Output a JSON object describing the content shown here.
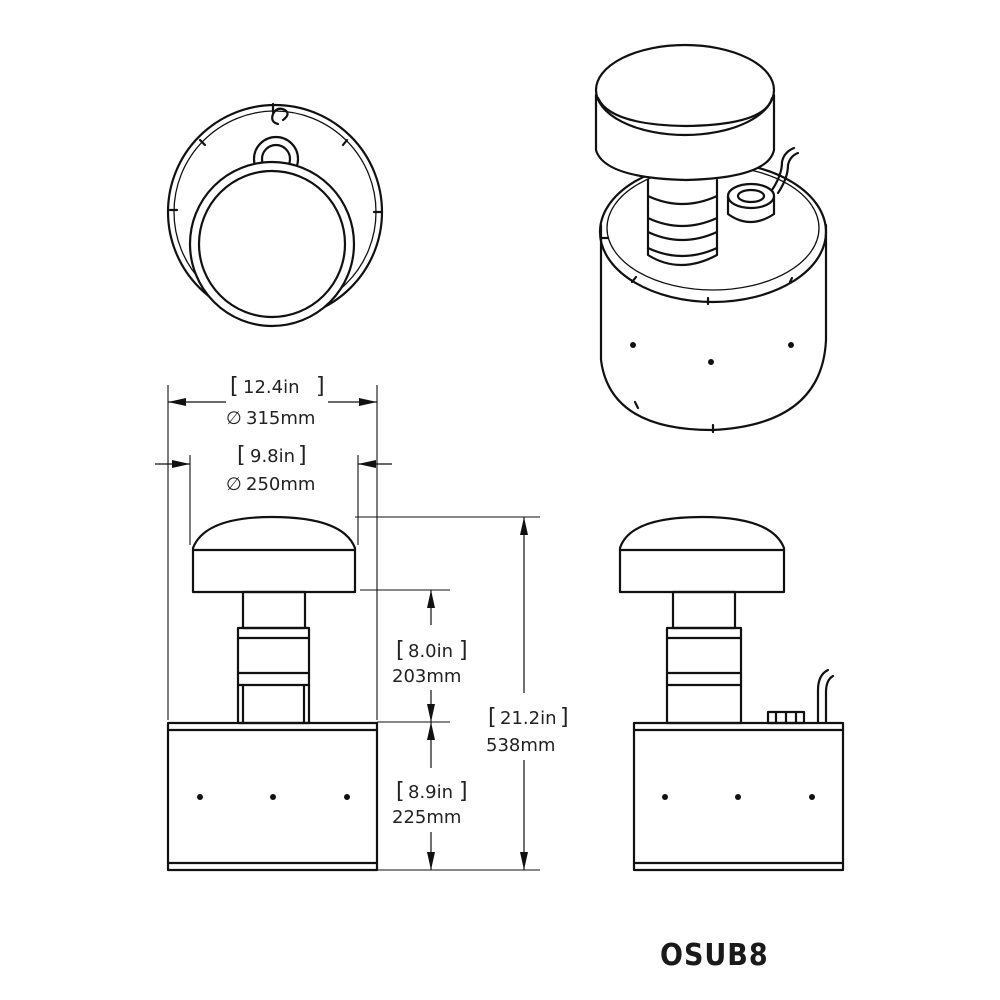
{
  "dimensions": {
    "outer_diameter": {
      "imperial": "12.4in",
      "metric": "315mm"
    },
    "inner_diameter": {
      "imperial": "9.8in",
      "metric": "250mm"
    },
    "upper_height": {
      "imperial": "8.0in",
      "metric": "203mm"
    },
    "lower_height": {
      "imperial": "8.9in",
      "metric": "225mm"
    },
    "total_height": {
      "imperial": "21.2in",
      "metric": "538mm"
    }
  },
  "symbols": {
    "diameter": "∅"
  },
  "model": {
    "name": "OSUB8"
  }
}
